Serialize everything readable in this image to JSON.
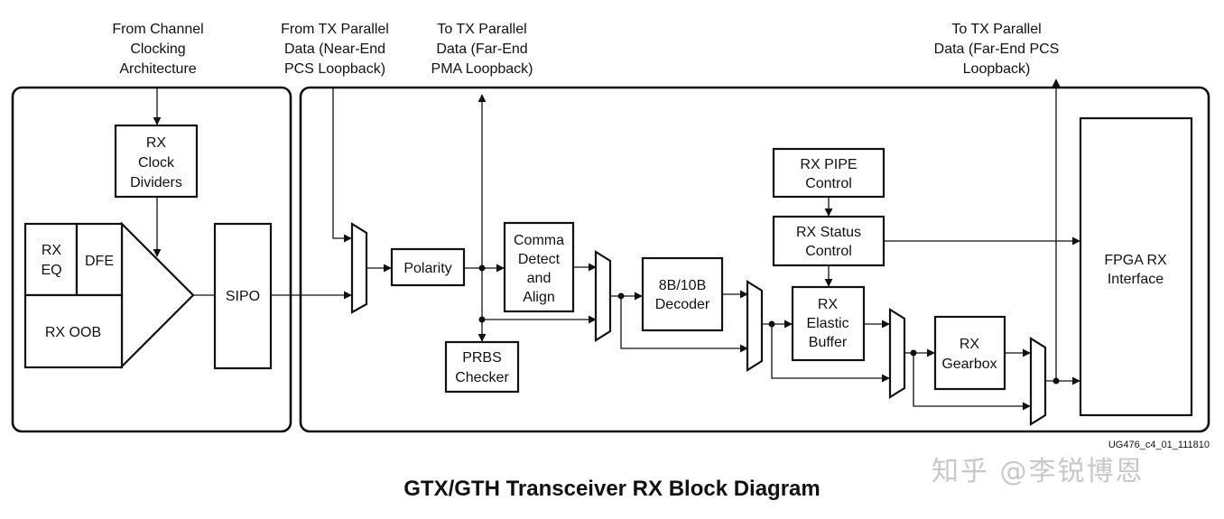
{
  "caption": "GTX/GTH Transceiver RX Block Diagram",
  "doc_id": "UG476_c4_01_111810",
  "watermark": "知乎 @李锐博恩",
  "external_labels": {
    "channel_clocking": [
      "From Channel",
      "Clocking",
      "Architecture"
    ],
    "near_end_pcs": [
      "From TX Parallel",
      "Data (Near-End",
      "PCS Loopback)"
    ],
    "far_end_pma": [
      "To TX Parallel",
      "Data (Far-End",
      "PMA Loopback)"
    ],
    "far_end_pcs": [
      "To TX Parallel",
      "Data (Far-End PCS",
      "Loopback)"
    ]
  },
  "blocks": {
    "rx_clock_dividers": [
      "RX",
      "Clock",
      "Dividers"
    ],
    "rx_eq": [
      "RX",
      "EQ"
    ],
    "dfe": [
      "DFE"
    ],
    "rx_oob": [
      "RX OOB"
    ],
    "sipo": [
      "SIPO"
    ],
    "polarity": [
      "Polarity"
    ],
    "comma_detect": [
      "Comma",
      "Detect",
      "and",
      "Align"
    ],
    "prbs_checker": [
      "PRBS",
      "Checker"
    ],
    "decoder": [
      "8B/10B",
      "Decoder"
    ],
    "rx_pipe_control": [
      "RX PIPE",
      "Control"
    ],
    "rx_status_control": [
      "RX Status",
      "Control"
    ],
    "rx_elastic_buffer": [
      "RX",
      "Elastic",
      "Buffer"
    ],
    "rx_gearbox": [
      "RX",
      "Gearbox"
    ],
    "fpga_rx_interface": [
      "FPGA RX",
      "Interface"
    ]
  }
}
